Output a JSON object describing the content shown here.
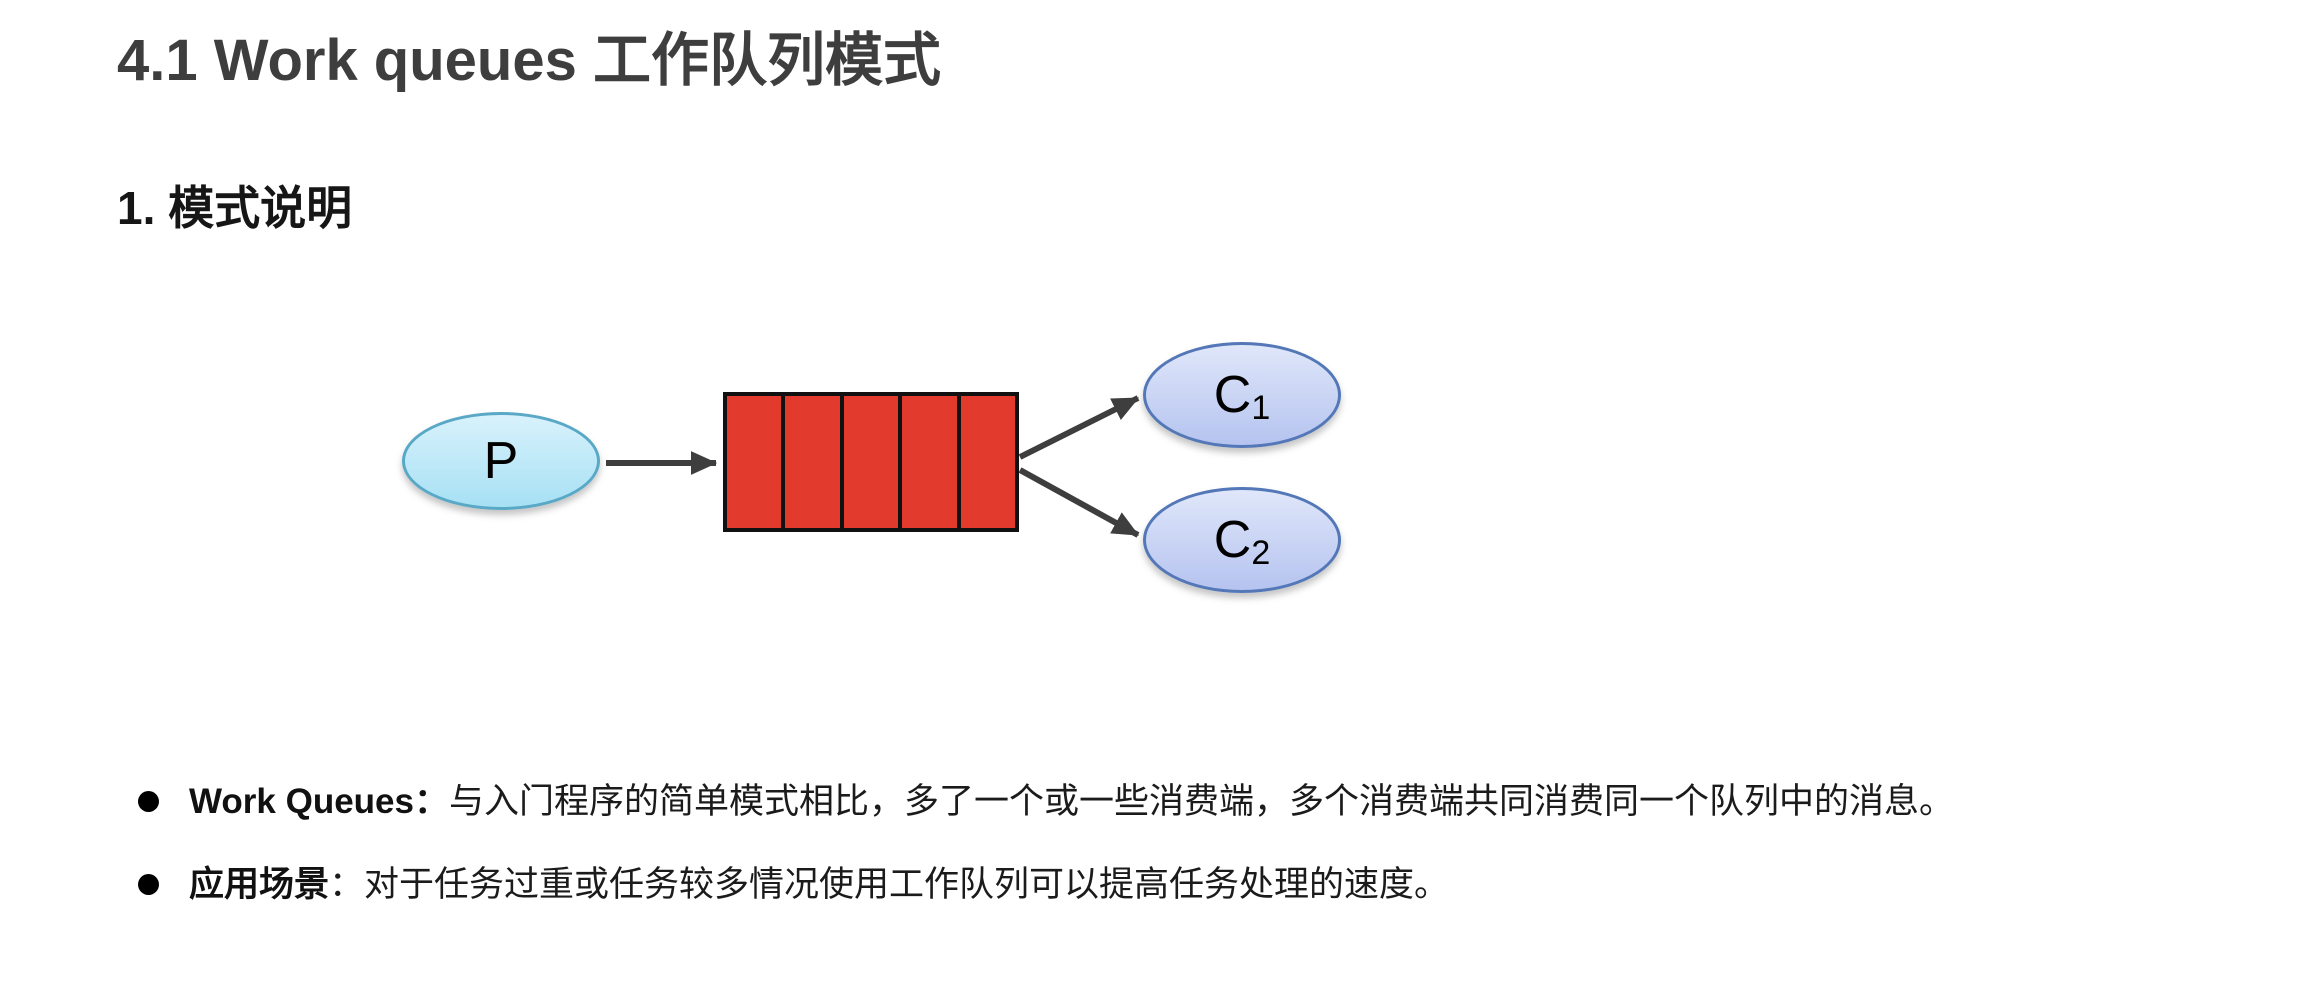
{
  "page": {
    "title": "4.1 Work queues 工作队列模式",
    "section_heading": "1. 模式说明"
  },
  "diagram": {
    "producer": {
      "label": "P"
    },
    "queue": {
      "segments": 5,
      "fill_color": "#e23a2d",
      "border_color": "#111111"
    },
    "consumers": [
      {
        "label": "C",
        "subscript": "1"
      },
      {
        "label": "C",
        "subscript": "2"
      }
    ],
    "colors": {
      "producer_fill_top": "#d8f2fc",
      "producer_fill_bottom": "#a7e0f4",
      "producer_border": "#58a8c6",
      "consumer_fill_top": "#e0e7fa",
      "consumer_fill_bottom": "#b5c3ef",
      "consumer_border": "#5377b7",
      "arrow": "#3e3e3e"
    }
  },
  "bullets": [
    {
      "bold": "Work Queues：",
      "text": "与入门程序的简单模式相比，多了一个或一些消费端，多个消费端共同消费同一个队列中的消息。"
    },
    {
      "bold": "应用场景",
      "text": "：对于任务过重或任务较多情况使用工作队列可以提高任务处理的速度。"
    }
  ]
}
